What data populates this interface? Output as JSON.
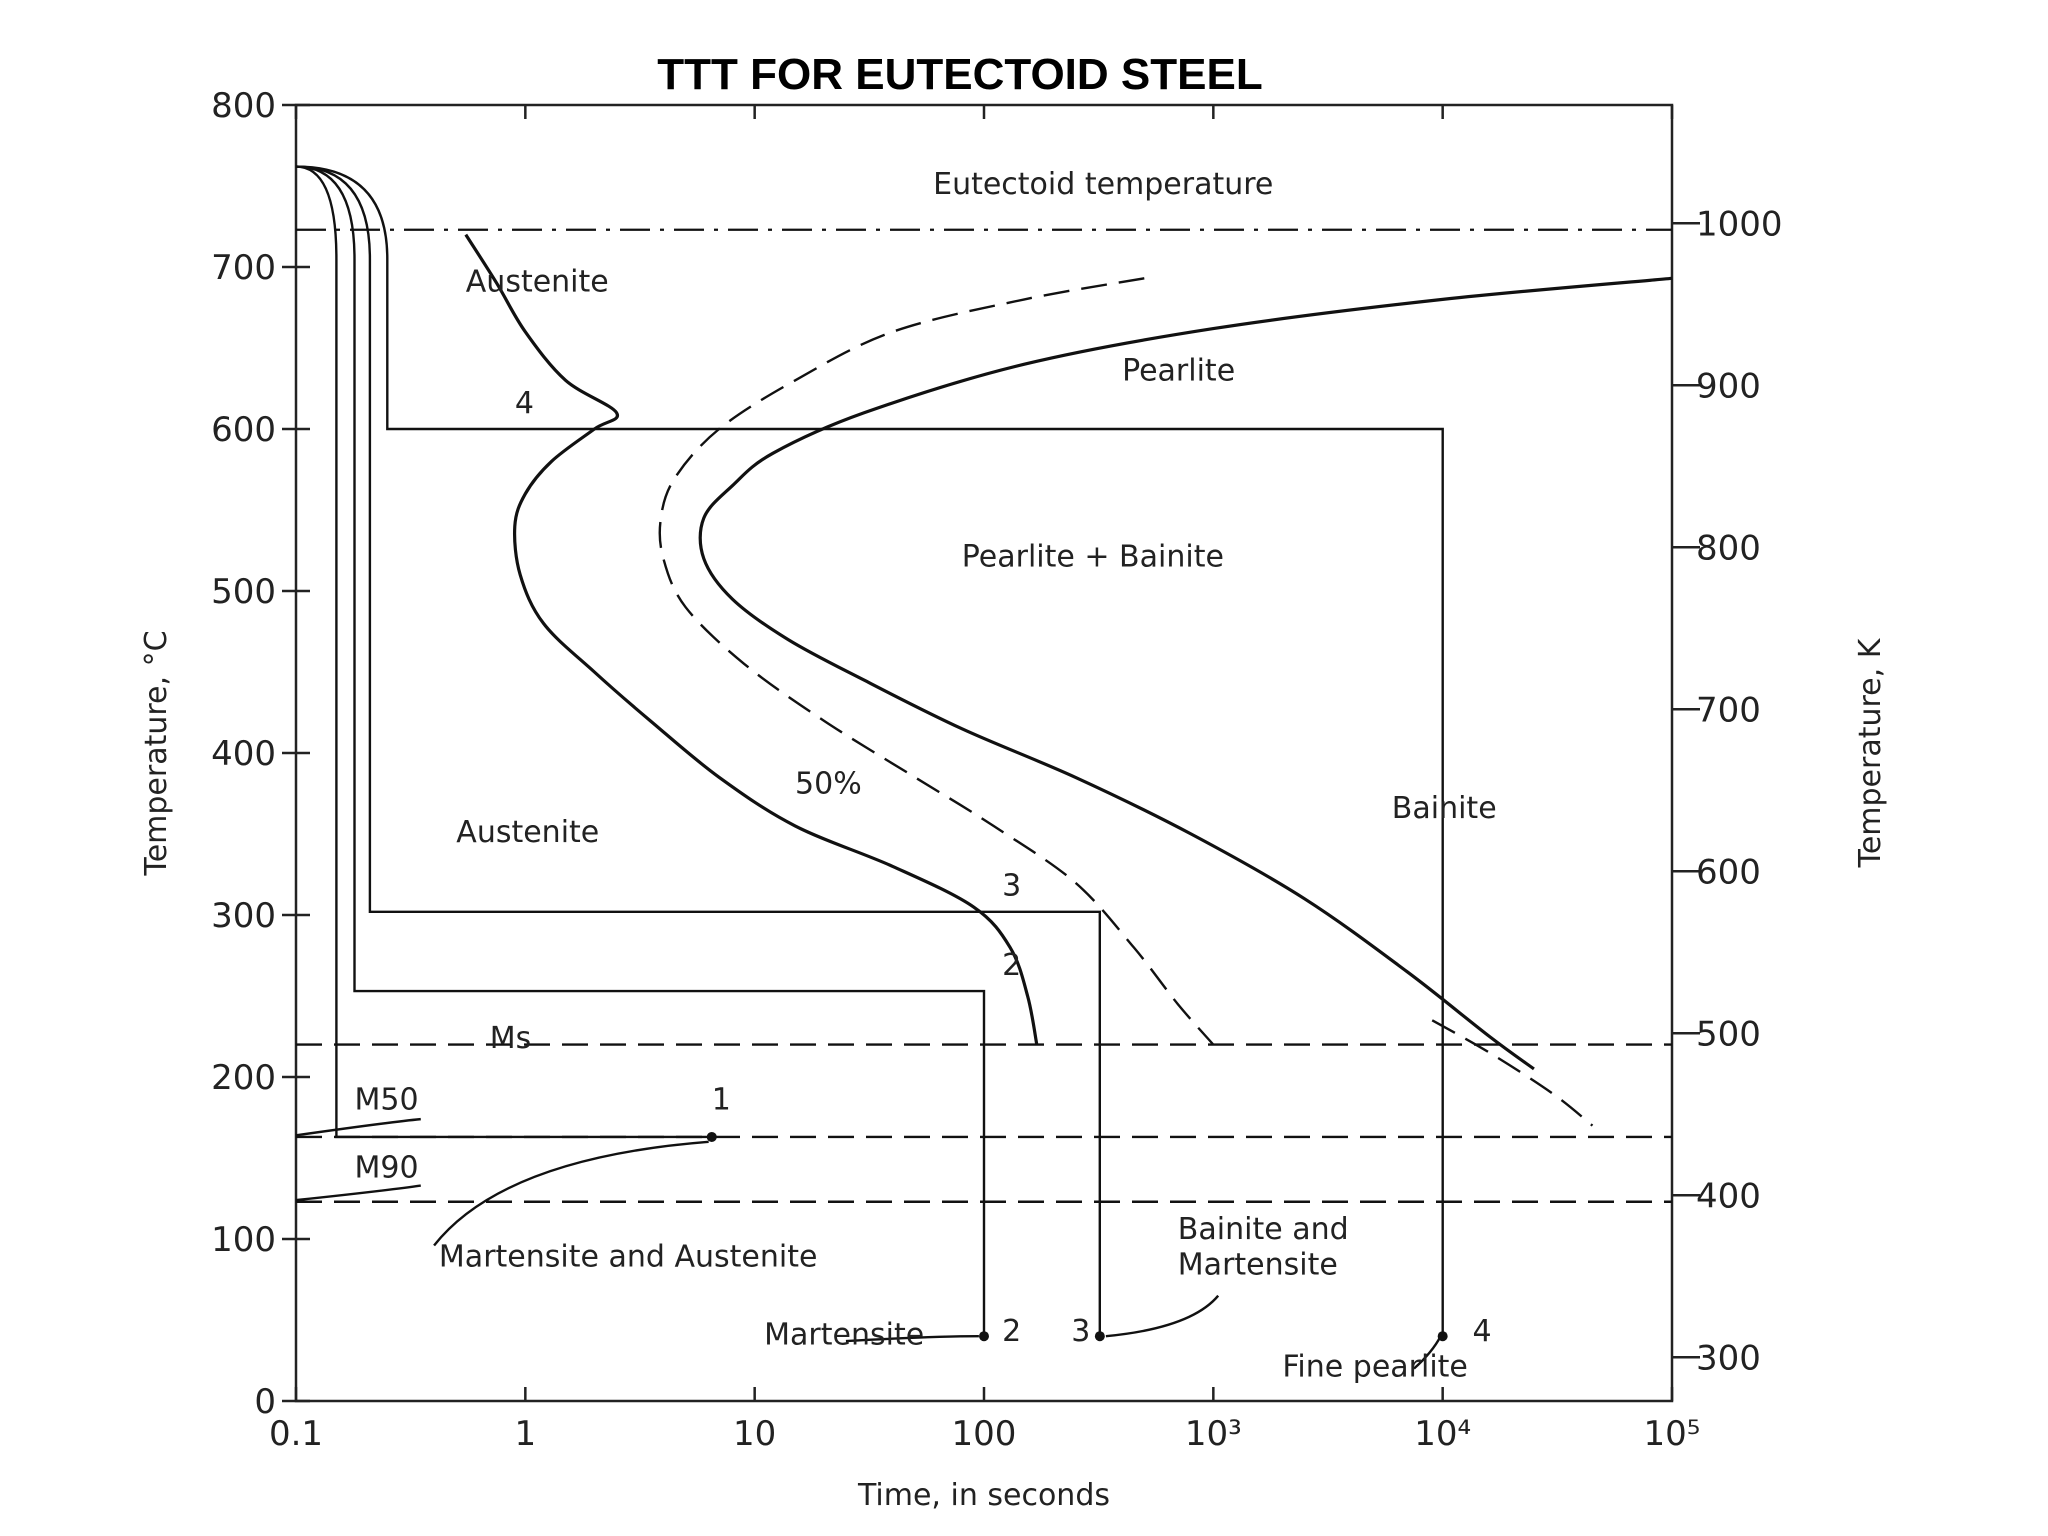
{
  "title": "TTT FOR EUTECTOID STEEL",
  "chart_data": {
    "type": "line",
    "title": "TTT FOR EUTECTOID STEEL",
    "xlabel": "Time, in seconds",
    "ylabel": "Temperature, °C",
    "ylabel_right": "Temperature, K",
    "x_scale": "log",
    "xlim": [
      0.1,
      100000
    ],
    "ylim": [
      0,
      800
    ],
    "x_ticks": [
      {
        "value": 0.1,
        "label": "0.1"
      },
      {
        "value": 1,
        "label": "1"
      },
      {
        "value": 10,
        "label": "10"
      },
      {
        "value": 100,
        "label": "100"
      },
      {
        "value": 1000,
        "label": "10³"
      },
      {
        "value": 10000,
        "label": "10⁴"
      },
      {
        "value": 100000,
        "label": "10⁵"
      }
    ],
    "y_ticks": [
      0,
      100,
      200,
      300,
      400,
      500,
      600,
      700,
      800
    ],
    "y_ticks_right": [
      300,
      400,
      500,
      600,
      700,
      800,
      900,
      1000
    ],
    "reference_lines": [
      {
        "name": "Eutectoid temperature",
        "y": 723,
        "style": "dashdot"
      },
      {
        "name": "Ms",
        "y": 220,
        "style": "dashed"
      },
      {
        "name": "M50",
        "y": 163,
        "style": "dashed"
      },
      {
        "name": "M90",
        "y": 123,
        "style": "dashed"
      }
    ],
    "series": [
      {
        "name": "",
        "style": "solid",
        "points": [
          [
            0.55,
            720
          ],
          [
            0.75,
            690
          ],
          [
            1.0,
            660
          ],
          [
            1.5,
            630
          ],
          [
            2.5,
            610
          ],
          [
            2,
            600
          ],
          [
            1.3,
            580
          ],
          [
            1.0,
            560
          ],
          [
            0.9,
            540
          ],
          [
            0.95,
            510
          ],
          [
            1.2,
            480
          ],
          [
            2,
            450
          ],
          [
            3.5,
            420
          ],
          [
            7,
            385
          ],
          [
            15,
            355
          ],
          [
            40,
            330
          ],
          [
            90,
            305
          ],
          [
            130,
            280
          ],
          [
            155,
            250
          ],
          [
            170,
            220
          ]
        ]
      },
      {
        "name": "50%",
        "style": "dashed",
        "points": [
          [
            500,
            693
          ],
          [
            150,
            680
          ],
          [
            40,
            660
          ],
          [
            15,
            630
          ],
          [
            7,
            600
          ],
          [
            4.5,
            570
          ],
          [
            3.9,
            545
          ],
          [
            4,
            520
          ],
          [
            5,
            490
          ],
          [
            9,
            455
          ],
          [
            20,
            420
          ],
          [
            50,
            385
          ],
          [
            110,
            355
          ],
          [
            250,
            320
          ],
          [
            450,
            280
          ],
          [
            700,
            245
          ],
          [
            1000,
            220
          ]
        ]
      },
      {
        "name": "",
        "style": "solid",
        "points": [
          [
            100000,
            693
          ],
          [
            10000,
            680
          ],
          [
            1000,
            662
          ],
          [
            150,
            640
          ],
          [
            30,
            610
          ],
          [
            12,
            585
          ],
          [
            8,
            565
          ],
          [
            6,
            545
          ],
          [
            6,
            520
          ],
          [
            8,
            495
          ],
          [
            14,
            470
          ],
          [
            30,
            445
          ],
          [
            80,
            415
          ],
          [
            250,
            385
          ],
          [
            800,
            350
          ],
          [
            2500,
            310
          ],
          [
            7000,
            265
          ],
          [
            16000,
            225
          ],
          [
            25000,
            205
          ]
        ]
      }
    ],
    "dashed_tail": {
      "points": [
        [
          9000,
          235
        ],
        [
          16000,
          215
        ],
        [
          30000,
          190
        ],
        [
          45000,
          170
        ]
      ]
    },
    "cooling_paths": [
      {
        "label": "1",
        "points": [
          [
            0.1,
            762
          ],
          [
            0.15,
            705
          ],
          [
            0.15,
            163
          ],
          [
            6.5,
            163
          ]
        ]
      },
      {
        "label": "2",
        "points": [
          [
            0.1,
            762
          ],
          [
            0.18,
            705
          ],
          [
            0.18,
            253
          ],
          [
            100,
            253
          ],
          [
            100,
            40
          ]
        ]
      },
      {
        "label": "3",
        "points": [
          [
            0.1,
            762
          ],
          [
            0.21,
            705
          ],
          [
            0.21,
            302
          ],
          [
            320,
            302
          ],
          [
            320,
            40
          ]
        ]
      },
      {
        "label": "4",
        "points": [
          [
            0.1,
            762
          ],
          [
            0.25,
            705
          ],
          [
            0.25,
            600
          ],
          [
            10000,
            600
          ],
          [
            10000,
            40
          ]
        ]
      }
    ],
    "annotations": [
      {
        "text": "Eutectoid temperature",
        "x": 60,
        "y": 745
      },
      {
        "text": "Austenite",
        "x": 0.55,
        "y": 685
      },
      {
        "text": "Pearlite",
        "x": 400,
        "y": 630
      },
      {
        "text": "Pearlite + Bainite",
        "x": 80,
        "y": 515
      },
      {
        "text": "50%",
        "x": 15,
        "y": 375
      },
      {
        "text": "Bainite",
        "x": 6000,
        "y": 360
      },
      {
        "text": "Austenite",
        "x": 0.5,
        "y": 345
      },
      {
        "text": "Ms",
        "x": 0.7,
        "y": 218
      },
      {
        "text": "M50",
        "x": 0.18,
        "y": 180
      },
      {
        "text": "M90",
        "x": 0.18,
        "y": 138
      },
      {
        "text": "Martensite and Austenite",
        "x": 0.42,
        "y": 83
      },
      {
        "text": "Martensite",
        "x": 11,
        "y": 35
      },
      {
        "text": "Bainite and",
        "x": 700,
        "y": 100
      },
      {
        "text": "Martensite",
        "x": 700,
        "y": 78
      },
      {
        "text": "Fine pearlite",
        "x": 2000,
        "y": 15
      },
      {
        "text": "1",
        "x": 6.5,
        "y": 180
      },
      {
        "text": "2",
        "x": 120,
        "y": 263
      },
      {
        "text": "3",
        "x": 120,
        "y": 312
      },
      {
        "text": "4",
        "x": 0.9,
        "y": 610
      },
      {
        "text": "2",
        "x": 120,
        "y": 37
      },
      {
        "text": "3",
        "x": 240,
        "y": 37
      },
      {
        "text": "4",
        "x": 13500,
        "y": 37
      }
    ]
  }
}
